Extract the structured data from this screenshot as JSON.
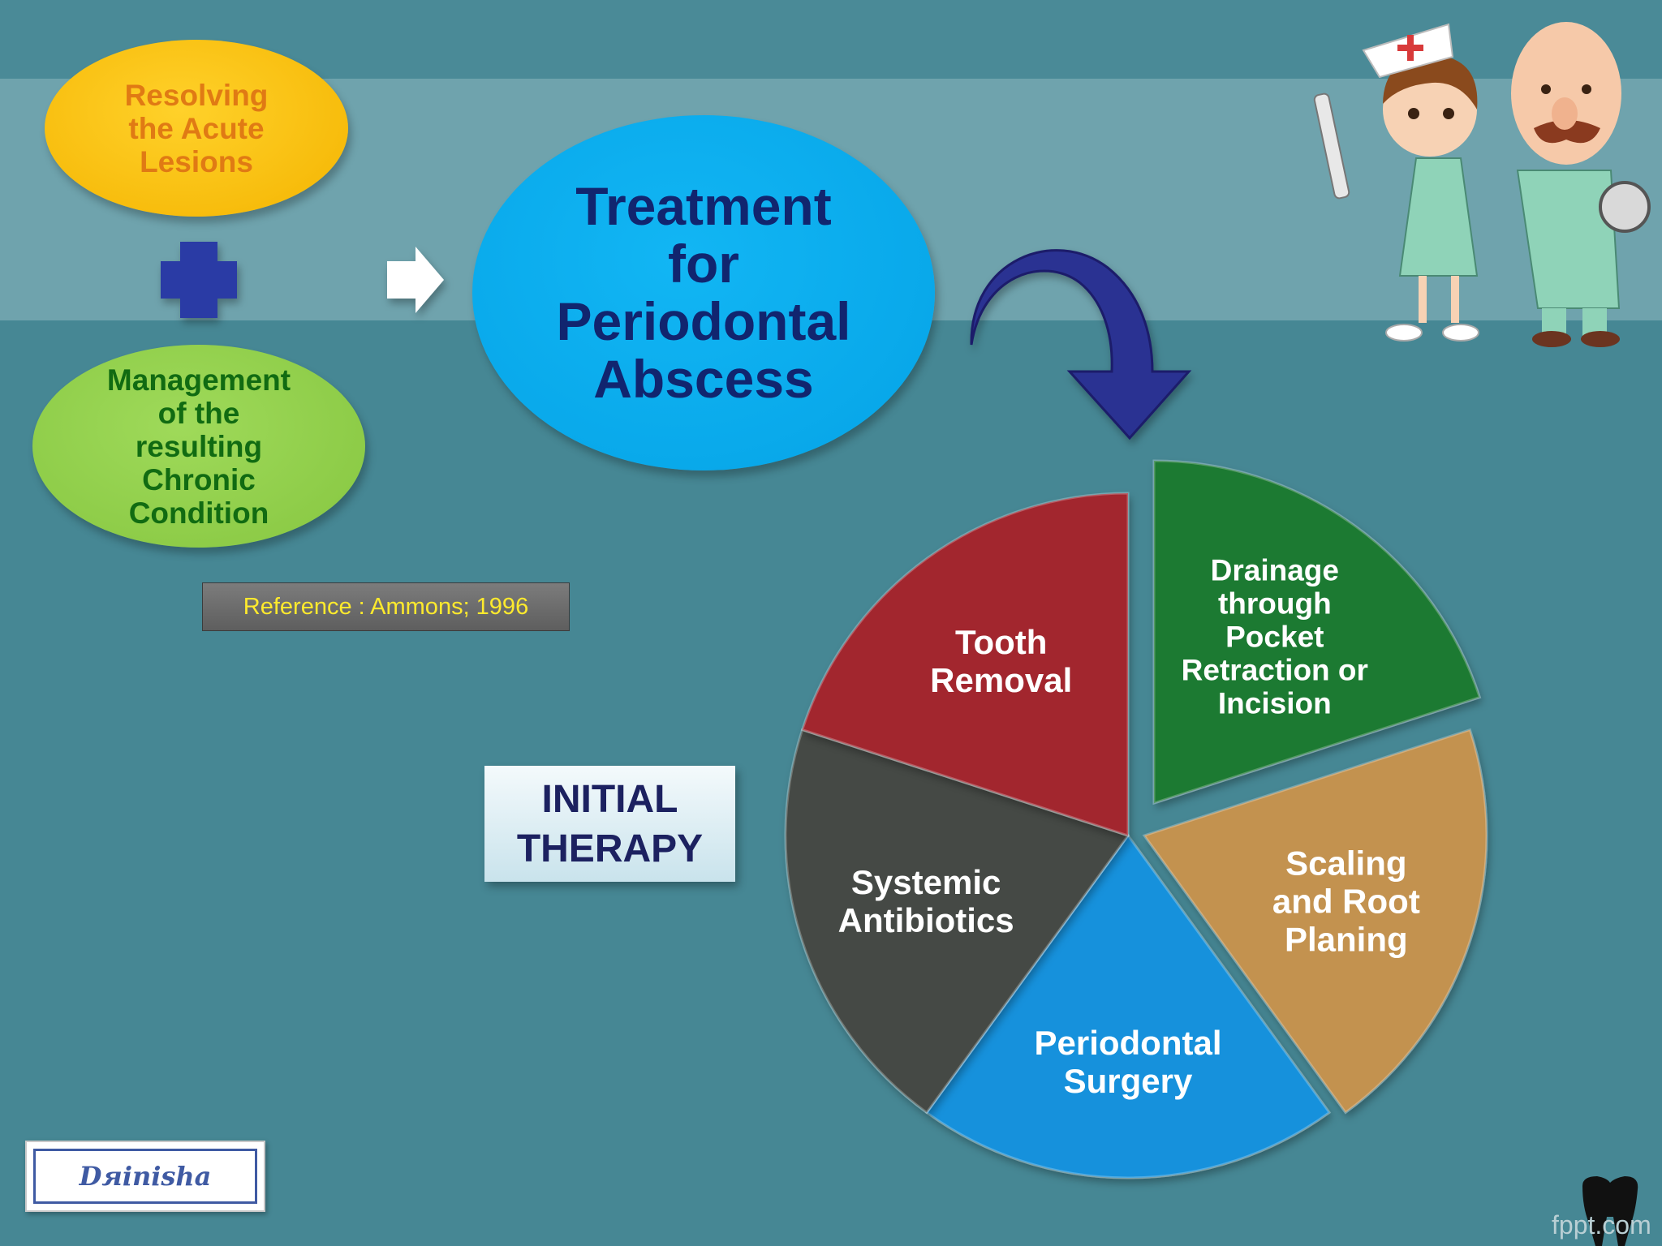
{
  "left": {
    "acute": "Resolving\nthe Acute\nLesions",
    "chronic": "Management\nof the\nresulting\nChronic\nCondition",
    "reference": "Reference : Ammons; 1996"
  },
  "center": {
    "treatment": "Treatment\nfor\nPeriodontal\nAbscess",
    "initial_therapy": "INITIAL\nTHERAPY"
  },
  "pie": {
    "slices": [
      {
        "label": "Drainage\nthrough\nPocket\nRetraction or\nIncision",
        "color": "#1e7a32",
        "share": 0.2
      },
      {
        "label": "Scaling\nand Root\nPlaning",
        "color": "#c39250",
        "share": 0.2
      },
      {
        "label": "Periodontal\nSurgery",
        "color": "#1591dc",
        "share": 0.2
      },
      {
        "label": "Systemic\nAntibiotics",
        "color": "#454a44",
        "share": 0.2
      },
      {
        "label": "Tooth\nRemoval",
        "color": "#a2252f",
        "share": 0.2
      }
    ]
  },
  "logo": {
    "text": "Dяinisha"
  },
  "watermark": "fppt.com",
  "icons": [
    "plus-icon",
    "right-arrow-icon",
    "curved-arrow-icon",
    "nurse-illustration",
    "doctor-illustration",
    "tooth-icon"
  ]
}
